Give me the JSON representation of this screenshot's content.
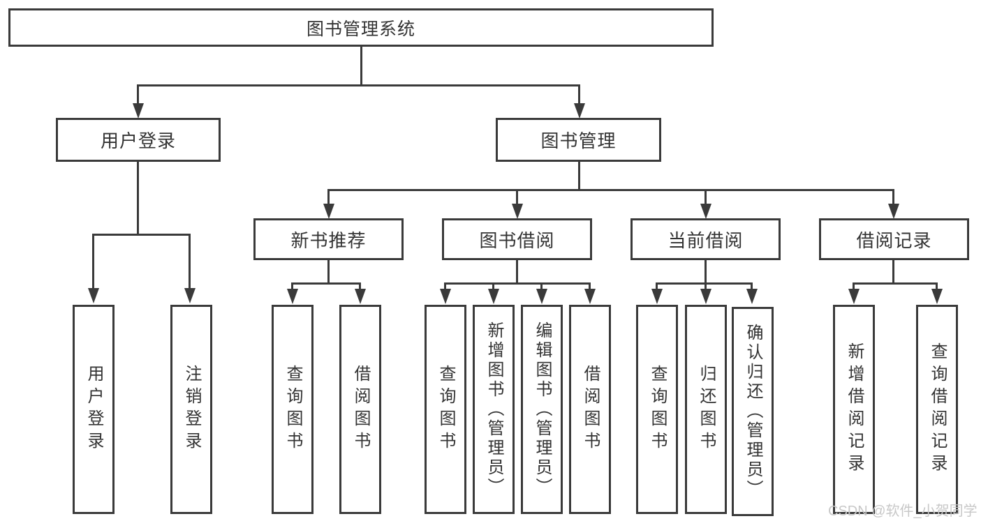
{
  "tree": {
    "root": {
      "label": "图书管理系统"
    },
    "branches": [
      {
        "label": "用户登录",
        "children": [
          {
            "label": "用户登录"
          },
          {
            "label": "注销登录"
          }
        ]
      },
      {
        "label": "图书管理",
        "children": [
          {
            "label": "新书推荐",
            "children": [
              {
                "label": "查询图书"
              },
              {
                "label": "借阅图书"
              }
            ]
          },
          {
            "label": "图书借阅",
            "children": [
              {
                "label": "查询图书"
              },
              {
                "label": "新增图书（管理员）"
              },
              {
                "label": "编辑图书（管理员）"
              },
              {
                "label": "借阅图书"
              }
            ]
          },
          {
            "label": "当前借阅",
            "children": [
              {
                "label": "查询图书"
              },
              {
                "label": "归还图书"
              },
              {
                "label": "确认归还（管理员）"
              }
            ]
          },
          {
            "label": "借阅记录",
            "children": [
              {
                "label": "新增借阅记录"
              },
              {
                "label": "查询借阅记录"
              }
            ]
          }
        ]
      }
    ]
  },
  "watermark": "CSDN @软件_小贺同学",
  "colors": {
    "line": "#3a3a3a",
    "text": "#333333",
    "bg": "#ffffff",
    "watermark": "#c8c8c8"
  }
}
